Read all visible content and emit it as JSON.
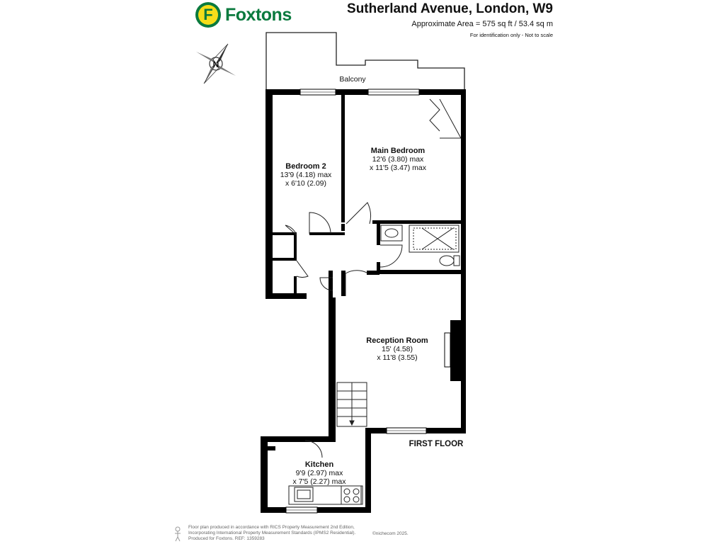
{
  "brand": {
    "logo_letter": "F",
    "name": "Foxtons",
    "colors": {
      "green": "#0a7a3e",
      "yellow": "#f5dd1a"
    }
  },
  "header": {
    "title": "Sutherland Avenue, London, W9",
    "area": "Approximate Area = 575 sq ft / 53.4 sq m",
    "identification": "For identification only - Not to scale"
  },
  "compass": {
    "label": "N",
    "icon": "compass-icon"
  },
  "plan": {
    "floor_label": "FIRST FLOOR",
    "wall_color": "#000000",
    "rooms": {
      "balcony": {
        "name": "Balcony"
      },
      "bedroom2": {
        "name": "Bedroom 2",
        "dim1": "13'9 (4.18) max",
        "dim2": "x 6'10 (2.09)"
      },
      "main_bedroom": {
        "name": "Main Bedroom",
        "dim1": "12'6 (3.80) max",
        "dim2": "x 11'5 (3.47) max"
      },
      "reception": {
        "name": "Reception Room",
        "dim1": "15' (4.58)",
        "dim2": "x 11'8 (3.55)"
      },
      "kitchen": {
        "name": "Kitchen",
        "dim1": "9'9 (2.97) max",
        "dim2": "x 7'5 (2.27) max"
      }
    }
  },
  "footer": {
    "line1": "Floor plan produced in accordance with RICS Property Measurement 2nd Edition,",
    "line2": "Incorporating International Property Measurement Standards (IPMS2 Residential).",
    "line3": "Produced for Foxtons.    REF: 1359283",
    "credit": "©nichecom 2025."
  }
}
